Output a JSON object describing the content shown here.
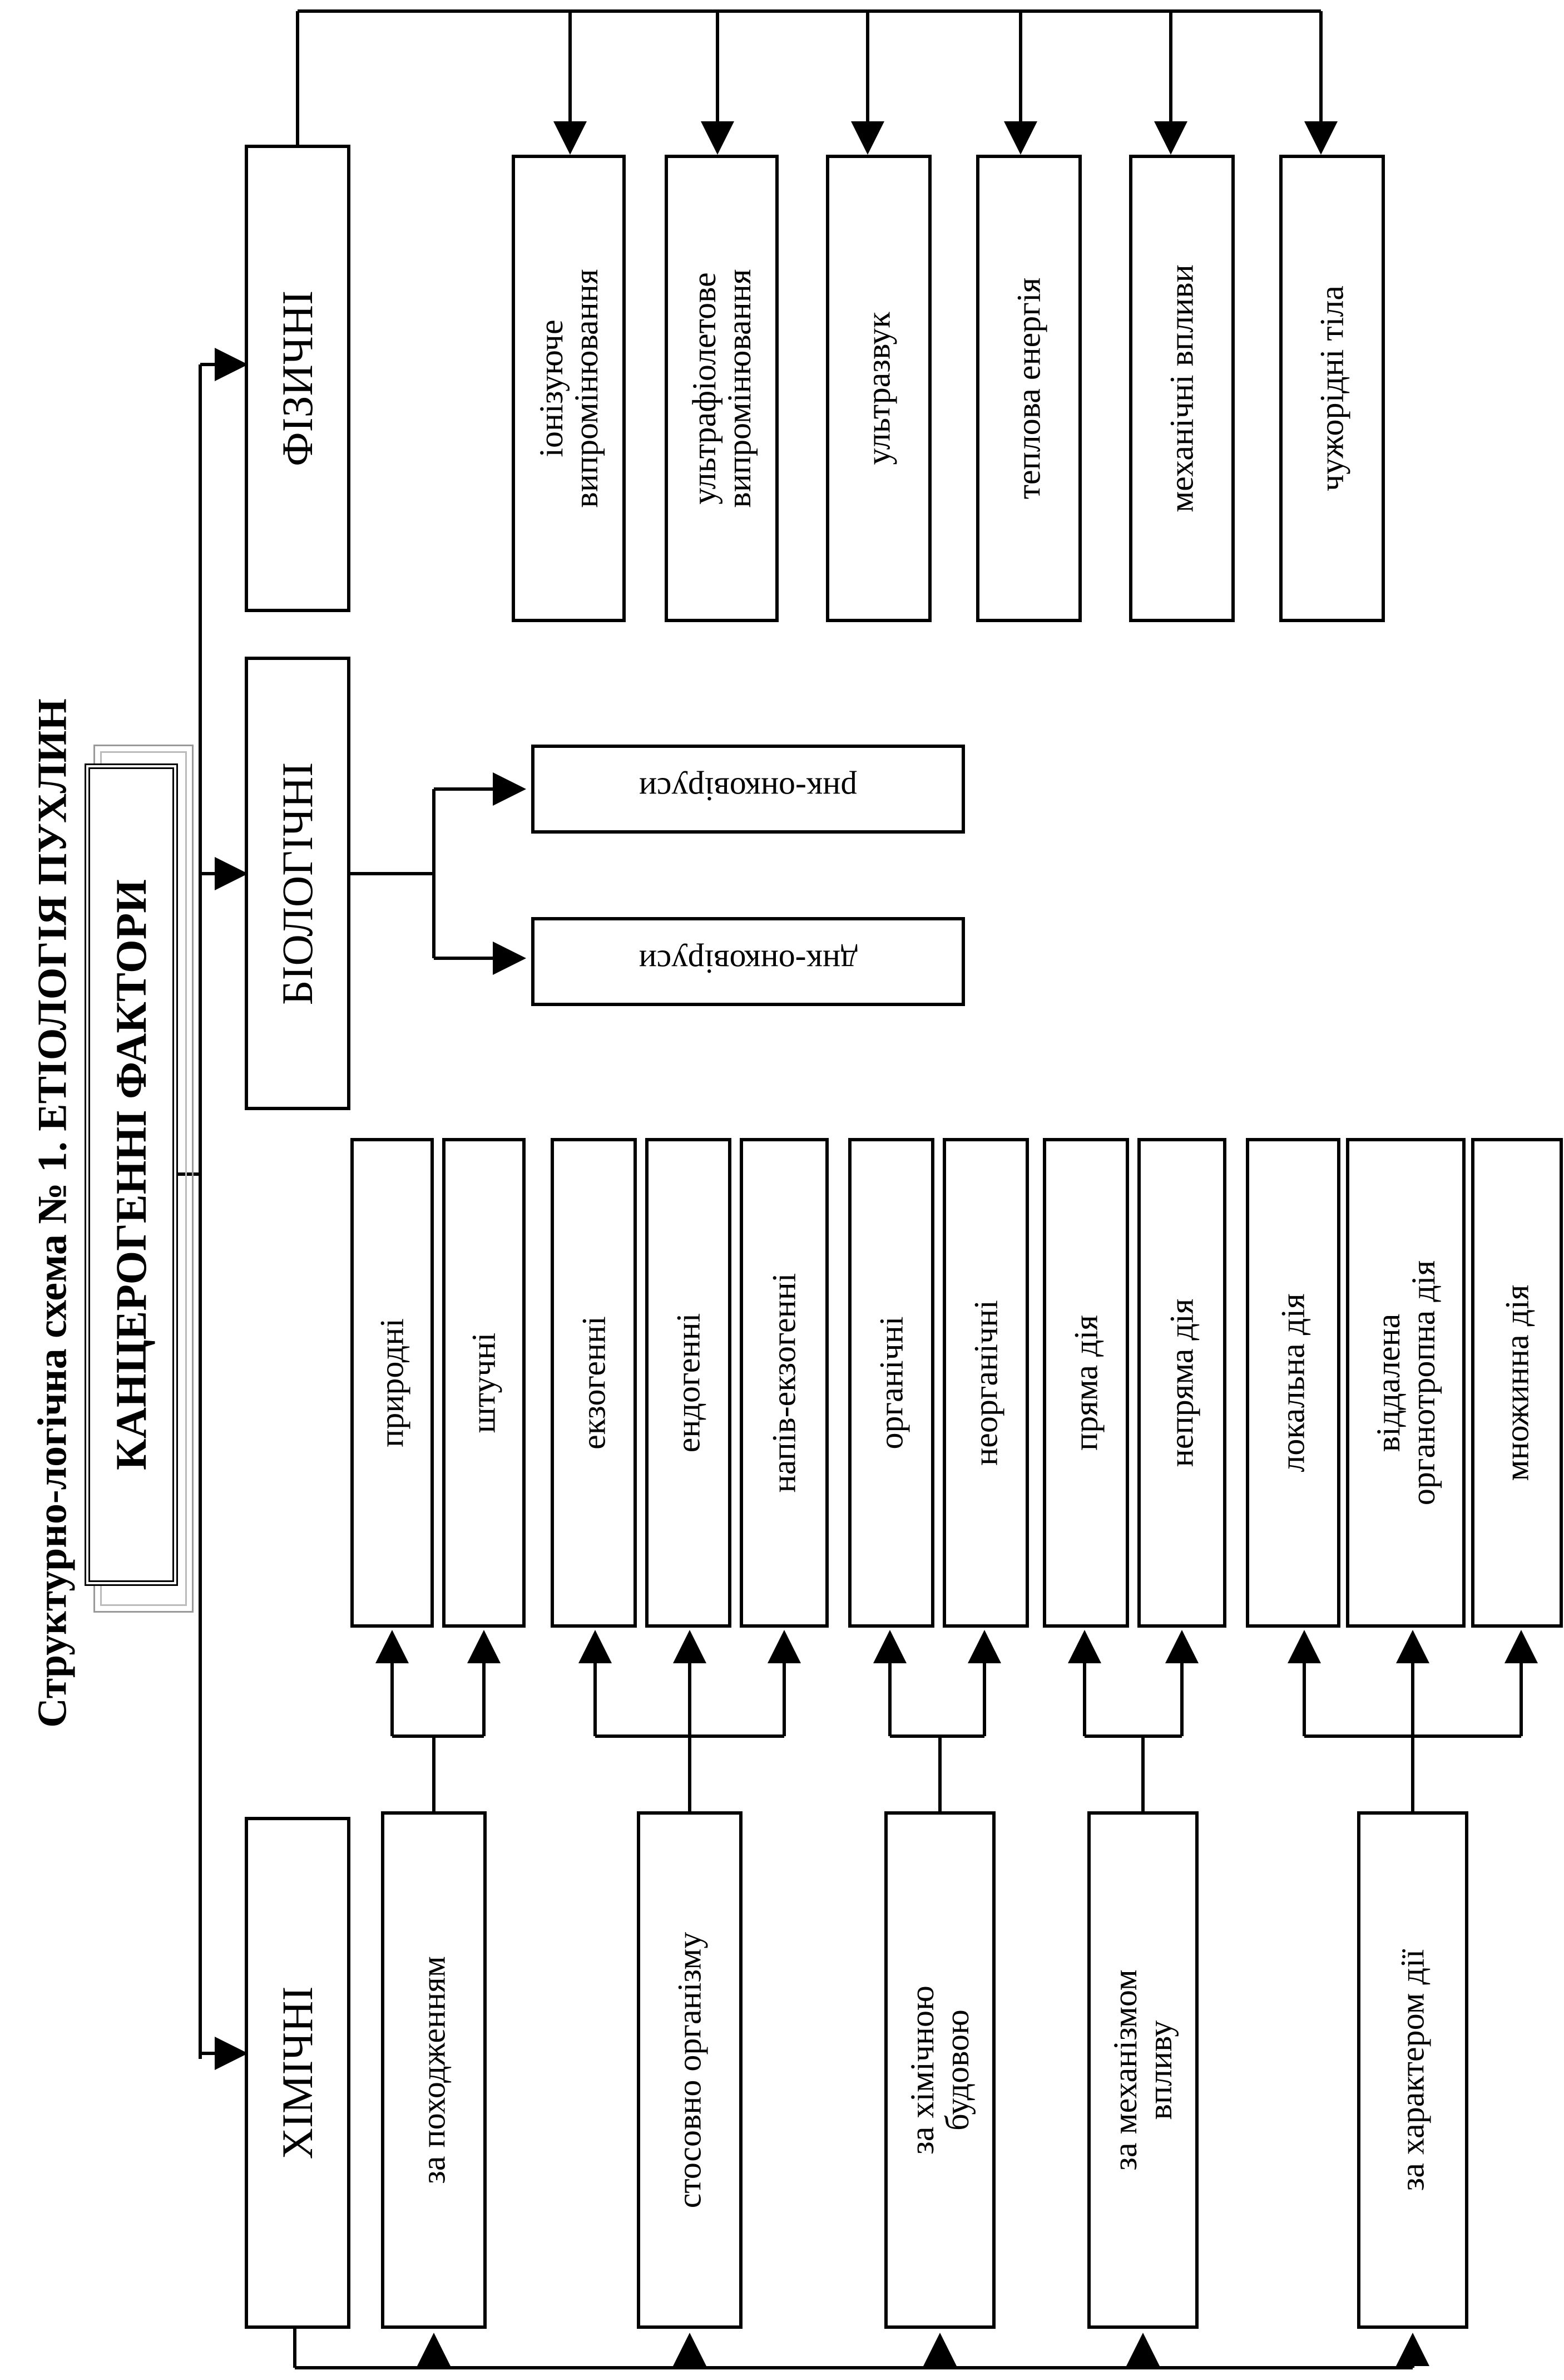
{
  "title": "Структурно-логічна схема № 1. ЕТІОЛОГІЯ ПУХЛИН",
  "root": {
    "label": "КАНЦЕРОГЕННІ ФАКТОРИ"
  },
  "physical": {
    "label": "ФІЗИЧНІ",
    "items": [
      {
        "line1": "іонізуюче",
        "line2": "випромінювання"
      },
      {
        "line1": "ультрафіолетове",
        "line2": "випромінювання"
      },
      {
        "line1": "ультразвук",
        "line2": ""
      },
      {
        "line1": "теплова енергія",
        "line2": ""
      },
      {
        "line1": "механічні впливи",
        "line2": ""
      },
      {
        "line1": "чужорідні тіла",
        "line2": ""
      }
    ]
  },
  "biological": {
    "label": "БІОЛОГІЧНІ",
    "items": [
      {
        "label": "рнк-онковіруси"
      },
      {
        "label": "днк-онковіруси"
      }
    ]
  },
  "chemical": {
    "label": "ХІМІЧНІ",
    "groups": [
      {
        "line1": "за походженням",
        "line2": "",
        "items": [
          "природні",
          "штучні"
        ]
      },
      {
        "line1": "стосовно організму",
        "line2": "",
        "items": [
          "екзогенні",
          "ендогенні",
          "напів-екзогенні"
        ]
      },
      {
        "line1": "за хімічною",
        "line2": "будовою",
        "items": [
          "органічні",
          "неорганічні"
        ]
      },
      {
        "line1": "за механізмом",
        "line2": "впливу",
        "items": [
          "пряма дія",
          "непряма дія"
        ]
      },
      {
        "line1": "за характером дії",
        "line2": "",
        "items": [
          "локальна дія",
          "віддалена органотропна дія",
          "множинна дія"
        ]
      }
    ],
    "last_item_lines": {
      "line1": "віддалена",
      "line2": "органотропна дія"
    }
  }
}
